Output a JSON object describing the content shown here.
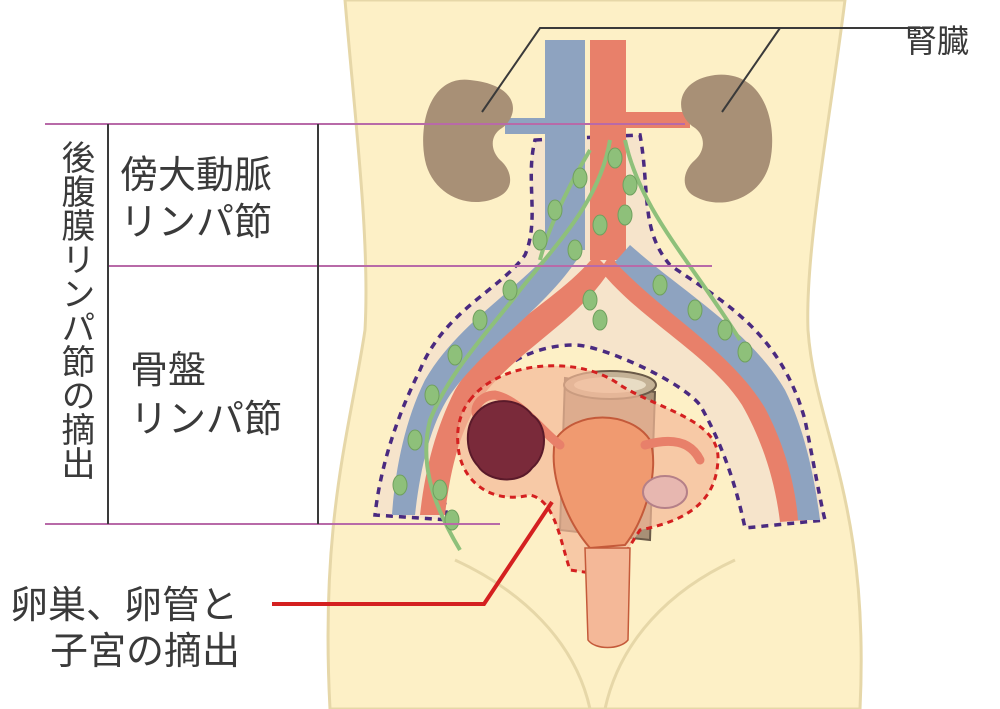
{
  "labels": {
    "kidney": "腎臓",
    "retroperitoneal": "後腹膜リンパ節の摘出",
    "paraaortic_line1": "傍大動脈",
    "paraaortic_line2": "リンパ節",
    "pelvic_line1": "骨盤",
    "pelvic_line2": "リンパ節",
    "removal_line1": "卵巣、卵管と",
    "removal_line2": "子宮の摘出"
  },
  "colors": {
    "skin": "#fdf0c6",
    "skin_outline": "#e6d7a8",
    "kidney": "#a89076",
    "artery": "#e8806a",
    "vein": "#8ea3c0",
    "lymph": "#8ec07a",
    "lymph_zone": "#4a2a80",
    "uterus": "#f09a70",
    "organ_outline": "#d42020",
    "tumor": "#7a2a3a",
    "guide_line": "#b86aa8",
    "pointer": "#d42020",
    "text": "#3a3a3a"
  }
}
